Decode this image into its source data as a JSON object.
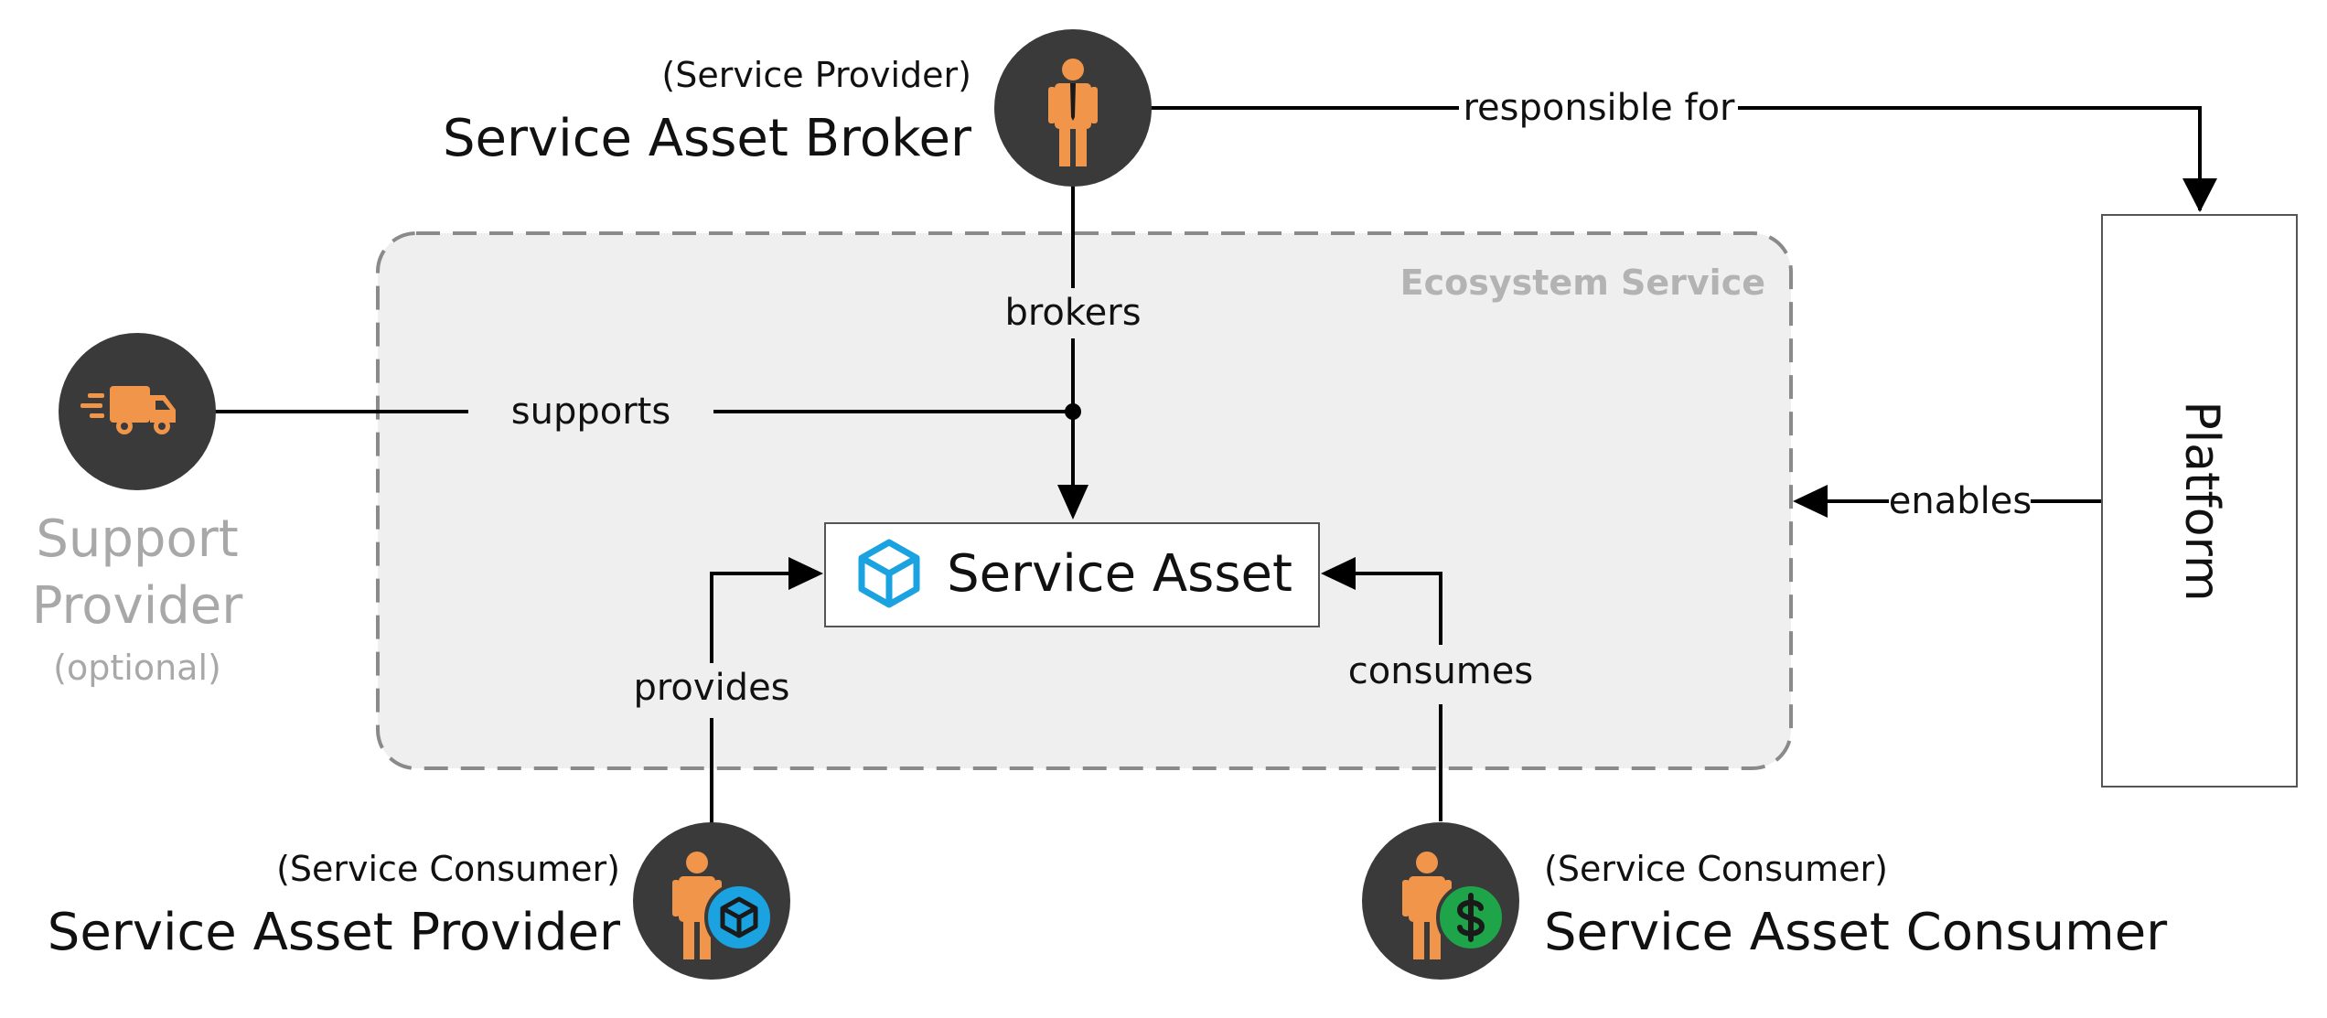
{
  "colors": {
    "actor_circle": "#3a3a3a",
    "person": "#f0954a",
    "tie": "#1a1a1a",
    "asset_icon": "#1aa3e0",
    "asset_badge": "#1aa3e0",
    "consumer_badge": "#1ea54a",
    "ecosystem_fill": "#efefef",
    "ecosystem_border": "#8a8a8a",
    "muted_text": "#a8a8a8",
    "line": "#000000"
  },
  "ecosystem": {
    "title": "Ecosystem Service"
  },
  "service_asset": {
    "label": "Service Asset",
    "icon": "cube-icon"
  },
  "platform": {
    "label": "Platform"
  },
  "actors": {
    "broker": {
      "role": "(Service Provider)",
      "name": "Service Asset Broker",
      "icon": "person-with-tie-icon"
    },
    "support": {
      "name_line1": "Support",
      "name_line2": "Provider",
      "note": "(optional)",
      "icon": "delivery-truck-icon"
    },
    "provider": {
      "role": "(Service Consumer)",
      "name": "Service Asset Provider",
      "icon": "person-icon",
      "badge_icon": "cube-icon"
    },
    "consumer": {
      "role": "(Service Consumer)",
      "name": "Service Asset Consumer",
      "icon": "person-icon",
      "badge_icon": "dollar-icon"
    }
  },
  "relations": {
    "responsible_for": "responsible for",
    "brokers": "brokers",
    "supports": "supports",
    "enables": "enables",
    "provides": "provides",
    "consumes": "consumes"
  }
}
